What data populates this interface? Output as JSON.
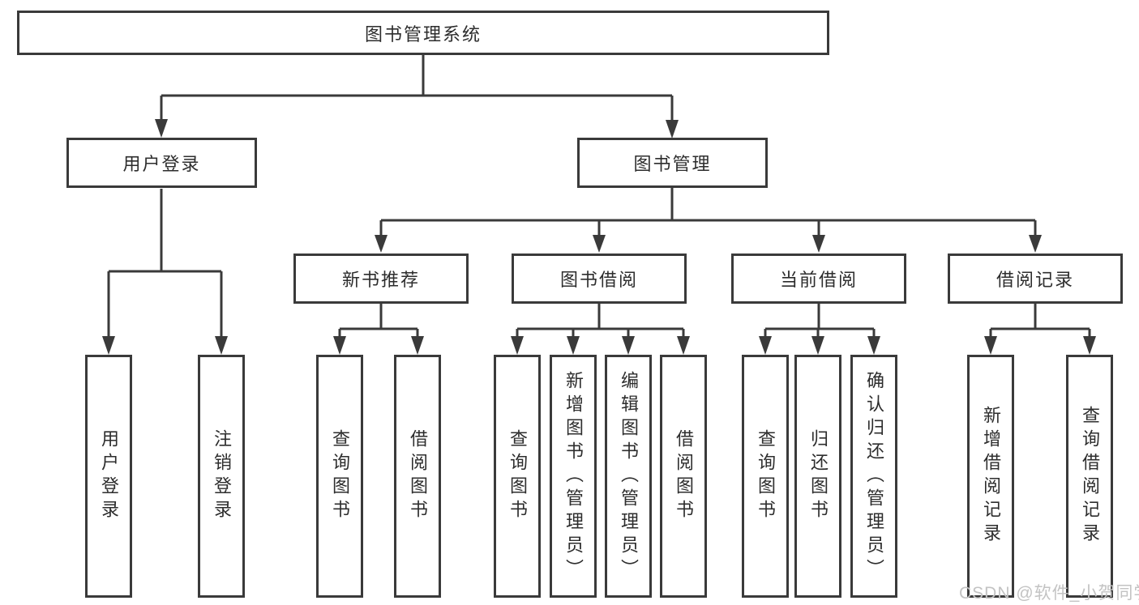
{
  "colors": {
    "line": "#3a3a3a",
    "border": "#3a3a3a",
    "text": "#2d2d2d",
    "watermark": "#c3c3c3",
    "background": "#ffffff"
  },
  "tree": {
    "root": {
      "label": "图书管理系统",
      "children": [
        {
          "label": "用户登录",
          "children": [
            {
              "label": "用户登录"
            },
            {
              "label": "注销登录"
            }
          ]
        },
        {
          "label": "图书管理",
          "children": [
            {
              "label": "新书推荐",
              "children": [
                {
                  "label": "查询图书"
                },
                {
                  "label": "借阅图书"
                }
              ]
            },
            {
              "label": "图书借阅",
              "children": [
                {
                  "label": "查询图书"
                },
                {
                  "label": "新增图书（管理员）"
                },
                {
                  "label": "编辑图书（管理员）"
                },
                {
                  "label": "借阅图书"
                }
              ]
            },
            {
              "label": "当前借阅",
              "children": [
                {
                  "label": "查询图书"
                },
                {
                  "label": "归还图书"
                },
                {
                  "label": "确认归还（管理员）"
                }
              ]
            },
            {
              "label": "借阅记录",
              "children": [
                {
                  "label": "新增借阅记录"
                },
                {
                  "label": "查询借阅记录"
                }
              ]
            }
          ]
        }
      ]
    }
  },
  "watermark": {
    "text": "CSDN @软件_小贺同学"
  }
}
